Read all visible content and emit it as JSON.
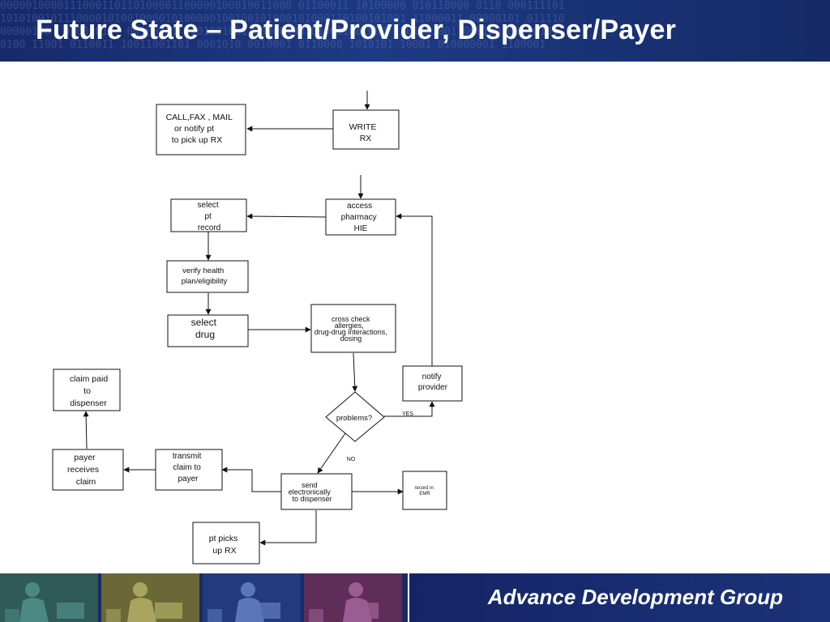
{
  "slide": {
    "title": "Future State – Patient/Provider, Dispenser/Payer",
    "binary_background": [
      "0000010000111000110110100001100000100010011000 01100011 10100000 010110000 0110 000111101",
      "1010100101110000101001000010100000100100101000101000110100101001 11000011 00000101 011110",
      "00000100  01001010  00100101 0101001001 000001001010011001000 1101001001 000100100 10101",
      "0100 11001 0110011 10011001101 0001010 0010001 0110000 1010101 10001 010000001 1100001"
    ],
    "brand": "Advance Development Group",
    "brand_color": "#ffffff",
    "header_color": "#1d3a84"
  },
  "flow": {
    "write_rx": [
      "WRITE",
      "RX"
    ],
    "call_fax_mail": [
      "CALL,FAX , MAIL",
      "or notify pt",
      "to pick up RX"
    ],
    "access_hie": [
      "access",
      "pharmacy",
      "HIE"
    ],
    "select_pt_record": [
      "select",
      "pt",
      "record"
    ],
    "verify_health_plan": [
      "verify health",
      "plan/eligibility"
    ],
    "select_drug": [
      "select",
      "drug"
    ],
    "cross_check": [
      "cross check",
      "allergies,",
      "drug-drug interactions,",
      "dosing"
    ],
    "notify_provider": [
      "notify",
      "provider"
    ],
    "problems": "problems?",
    "yes_label": "YES",
    "no_label": "NO",
    "send_electronically": [
      "send",
      "electronically",
      "to dispenser"
    ],
    "record_in_emr": [
      "record in",
      "EMR"
    ],
    "transmit_claim": [
      "transmit",
      "claim to",
      "payer"
    ],
    "payer_receives": [
      "payer",
      "receives",
      "claim"
    ],
    "claim_paid": [
      "claim paid",
      "to",
      "dispenser"
    ],
    "pt_picks_up": [
      "pt picks",
      "up RX"
    ]
  },
  "footer_tiles": [
    {
      "name": "tile-1",
      "color": "#2f5a55",
      "figure": "#4b8882"
    },
    {
      "name": "tile-2",
      "color": "#6b6838",
      "figure": "#a9a45e"
    },
    {
      "name": "tile-3",
      "color": "#233a7d",
      "figure": "#5c77b8"
    },
    {
      "name": "tile-4",
      "color": "#5e2e58",
      "figure": "#9b5c92"
    }
  ]
}
